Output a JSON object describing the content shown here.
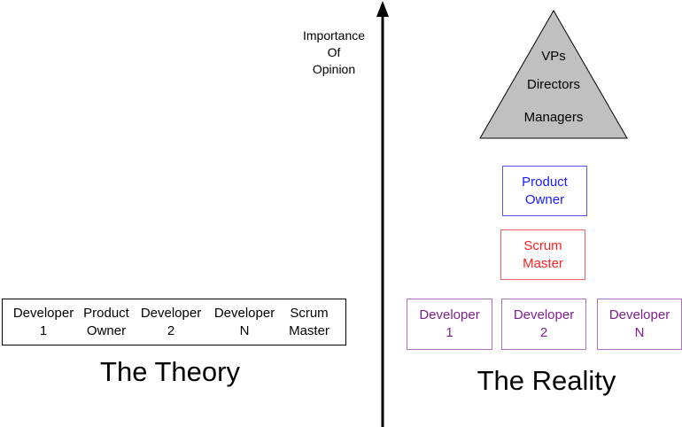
{
  "axis_label": [
    "Importance",
    "Of",
    "Opinion"
  ],
  "theory": {
    "title": "The Theory",
    "roles": [
      {
        "line1": "Developer",
        "line2": "1"
      },
      {
        "line1": "Product",
        "line2": "Owner"
      },
      {
        "line1": "Developer",
        "line2": "2"
      },
      {
        "line1": "Developer",
        "line2": "N"
      },
      {
        "line1": "Scrum",
        "line2": "Master"
      }
    ]
  },
  "reality": {
    "title": "The Reality",
    "pyramid": [
      "VPs",
      "Directors",
      "Managers"
    ],
    "product_owner": {
      "line1": "Product",
      "line2": "Owner"
    },
    "scrum_master": {
      "line1": "Scrum",
      "line2": "Master"
    },
    "developers": [
      {
        "line1": "Developer",
        "line2": "1"
      },
      {
        "line1": "Developer",
        "line2": "2"
      },
      {
        "line1": "Developer",
        "line2": "N"
      }
    ]
  },
  "colors": {
    "product_owner": "#1a1aff",
    "scrum_master": "#ff2020",
    "developer": "#7f1f8f",
    "pyramid": "#c0c0c0"
  }
}
